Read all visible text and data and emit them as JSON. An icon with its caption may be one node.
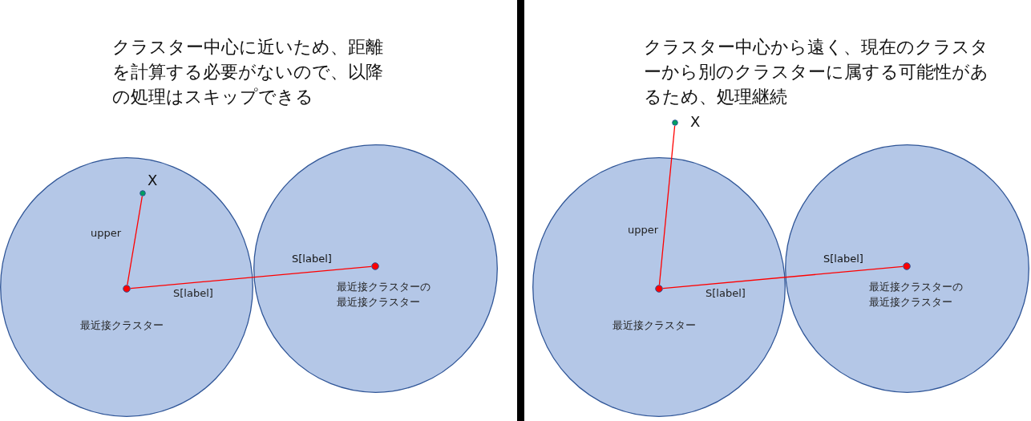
{
  "diagram": {
    "nodes": [
      {
        "text": [
          "最近接クラスター"
        ]
      },
      {
        "text": [
          "最近接クラスターの最近接クラスター"
        ]
      },
      {
        "text": [],
        "shape": "circle",
        "in": 0,
        "beside": [
          "X"
        ]
      },
      {
        "text": [],
        "shape": "circle",
        "in": 0
      },
      {
        "text": [],
        "shape": "circle",
        "in": 1
      },
      {
        "text": [
          "最近接クラスター"
        ]
      },
      {
        "text": [
          "最近接クラスターの最近接クラスター"
        ]
      },
      {
        "text": [],
        "shape": "circle",
        "beside": [
          "X"
        ]
      },
      {
        "text": [],
        "shape": "circle",
        "in": 5
      },
      {
        "text": [],
        "shape": "circle",
        "in": 6
      }
    ],
    "edges": [
      {
        "from": 3,
        "to": 2,
        "arrow": "none",
        "label": "upper"
      },
      {
        "from": 3,
        "to": 4,
        "arrow": "none",
        "label": "S[label]"
      },
      {
        "from": 8,
        "to": 7,
        "arrow": "none",
        "label": "upper"
      },
      {
        "from": 8,
        "to": 9,
        "arrow": "none",
        "label": "S[label]"
      }
    ],
    "labels": [
      "クラスター中心に近いため、距離を計算する必要がないので、以降の処理はスキップできる",
      "S[label]",
      "クラスター中心から遠く、現在のクラスターから別のクラスターに属する可能性があるため、処理継続",
      "S[label]"
    ]
  }
}
